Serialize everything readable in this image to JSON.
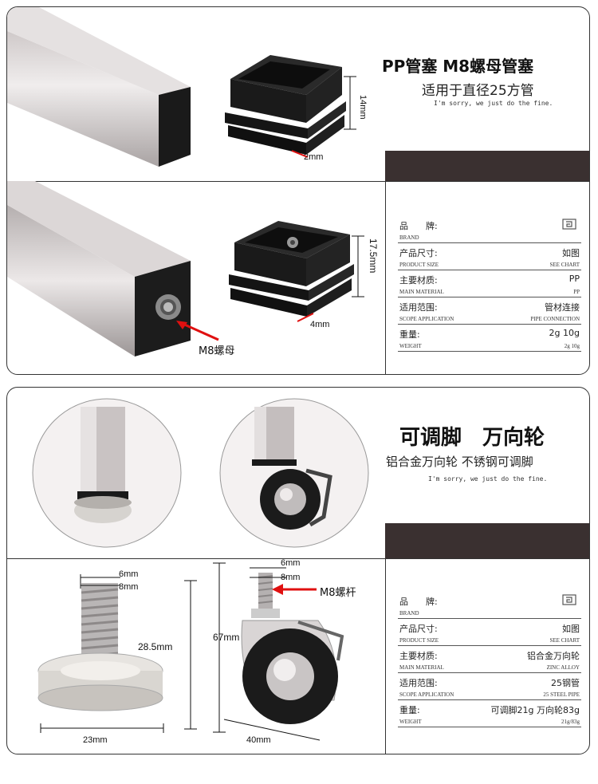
{
  "section1": {
    "title": "PP管塞 M8螺母管塞",
    "subtitle": "适用于直径25方管",
    "slogan": "I'm sorry, we just do the fine.",
    "dim_height_a": "14mm",
    "dim_wall_a": "2mm",
    "dim_height_b": "17.5mm",
    "dim_wall_b": "4mm",
    "callout": "M8螺母",
    "specs": [
      {
        "label": "品　　牌:",
        "en": "BRAND",
        "value": "",
        "value_en": "",
        "logo": true
      },
      {
        "label": "产品尺寸:",
        "en": "PRODUCT SIZE",
        "value": "如图",
        "value_en": "SEE CHART"
      },
      {
        "label": "主要材质:",
        "en": "MAIN MATERIAL",
        "value": "PP",
        "value_en": "PP"
      },
      {
        "label": "适用范围:",
        "en": "SCOPE  APPLICATION",
        "value": "管材连接",
        "value_en": "PIPE CONNECTION"
      },
      {
        "label": "重量:",
        "en": "WEIGHT",
        "value": "2g 10g",
        "value_en": "2g 10g"
      }
    ]
  },
  "section2": {
    "title": "可调脚　万向轮",
    "subtitle": "铝合金万向轮  不锈钢可调脚",
    "slogan": "I'm sorry, we just do the fine.",
    "dim_thread_outer": "6mm",
    "dim_thread_inner": "8mm",
    "dim_foot_height": "28.5mm",
    "dim_foot_width": "23mm",
    "dim_caster_outer": "6mm",
    "dim_caster_inner": "8mm",
    "dim_caster_height": "67mm",
    "dim_caster_width": "40mm",
    "callout": "M8螺杆",
    "specs": [
      {
        "label": "品　　牌:",
        "en": "BRAND",
        "value": "",
        "value_en": "",
        "logo": true
      },
      {
        "label": "产品尺寸:",
        "en": "PRODUCT SIZE",
        "value": "如图",
        "value_en": "SEE CHART"
      },
      {
        "label": "主要材质:",
        "en": "MAIN MATERIAL",
        "value": "铝合金万向轮",
        "value_en": "ZINC ALLOY"
      },
      {
        "label": "适用范围:",
        "en": "SCOPE  APPLICATION",
        "value": "25钢管",
        "value_en": "25 STEEL PIPE"
      },
      {
        "label": "重量:",
        "en": "WEIGHT",
        "value": "可调脚21g 万向轮83g",
        "value_en": "21g/83g"
      }
    ]
  },
  "colors": {
    "dark_bar": "#3a3030",
    "arrow_red": "#e01010",
    "plastic_black": "#1c1c1c",
    "steel_light": "#d8d4d4"
  }
}
